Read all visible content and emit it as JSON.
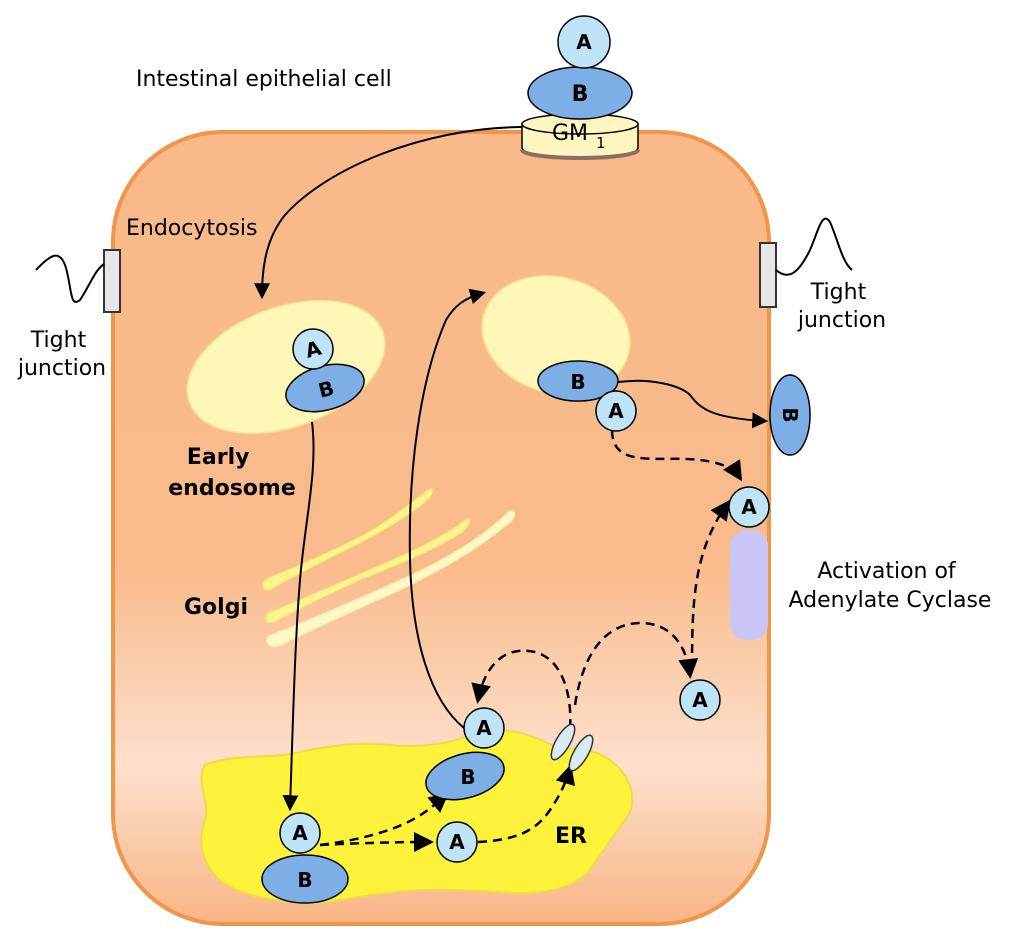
{
  "title": "Intestinal epithelial cell",
  "labels": {
    "endocytosis": "Endocytosis",
    "tight_junction_left": [
      "Tight",
      "junction"
    ],
    "tight_junction_right": [
      "Tight",
      "junction"
    ],
    "early_endosome": [
      "Early",
      "endosome"
    ],
    "golgi": "Golgi",
    "er": "ER",
    "activation": [
      "Activation of",
      "Adenylate Cyclase"
    ],
    "receptor_base": "GM",
    "receptor_subscript": "1"
  },
  "subunits": {
    "a": "A",
    "b": "B"
  },
  "colors": {
    "cell_fill": "#f9bb8b",
    "cell_fill_bottom": "#fcd9c2",
    "cell_border": "#f0954a",
    "vesicle": "#fff7b8",
    "golgi": "#fff18a",
    "er": "#fff23a",
    "b_subunit": "#7eaee6",
    "a_subunit": "#bfe4f8",
    "adenylate_cyclase": "#c9c5f5",
    "tight_junction": "#e6e6e6"
  }
}
